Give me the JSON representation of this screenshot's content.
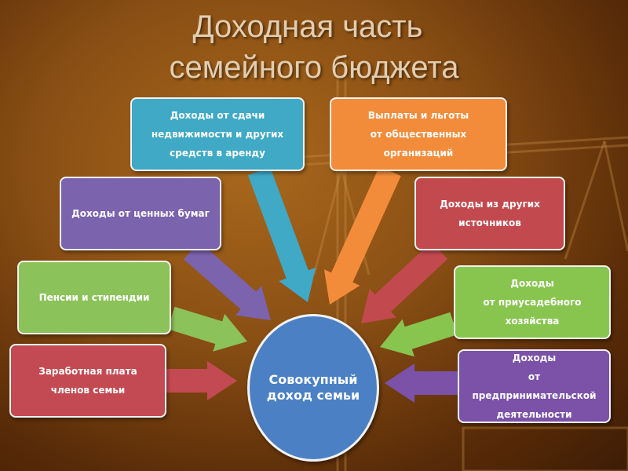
{
  "title": {
    "line1": "Доходная часть",
    "line2": "семейного бюджета"
  },
  "center": {
    "lines": [
      "Совокупный",
      "доход семьи"
    ],
    "color": "#4b80c4"
  },
  "sources": [
    {
      "id": "rent",
      "lines": [
        "Доходы от сдачи",
        "недвижимости и других",
        "средств в аренду"
      ],
      "color": "#3fa9c6"
    },
    {
      "id": "benefits",
      "lines": [
        "Выплаты и льготы",
        "от общественных",
        "организаций"
      ],
      "color": "#f28c3b"
    },
    {
      "id": "securities",
      "lines": [
        "Доходы от ценных бумаг"
      ],
      "color": "#7b63ad"
    },
    {
      "id": "other",
      "lines": [
        "Доходы из других",
        "источников"
      ],
      "color": "#c24a4f"
    },
    {
      "id": "pensions",
      "lines": [
        "Пенсии и стипендии"
      ],
      "color": "#8cc25a"
    },
    {
      "id": "farm",
      "lines": [
        "Доходы",
        "от приусадебного",
        "хозяйства"
      ],
      "color": "#88c54f"
    },
    {
      "id": "wages",
      "lines": [
        "Заработная плата",
        "членов семьи"
      ],
      "color": "#c34a52"
    },
    {
      "id": "business",
      "lines": [
        "Доходы",
        "от",
        "предпринимательской",
        "деятельности"
      ],
      "color": "#7b52a8"
    }
  ]
}
